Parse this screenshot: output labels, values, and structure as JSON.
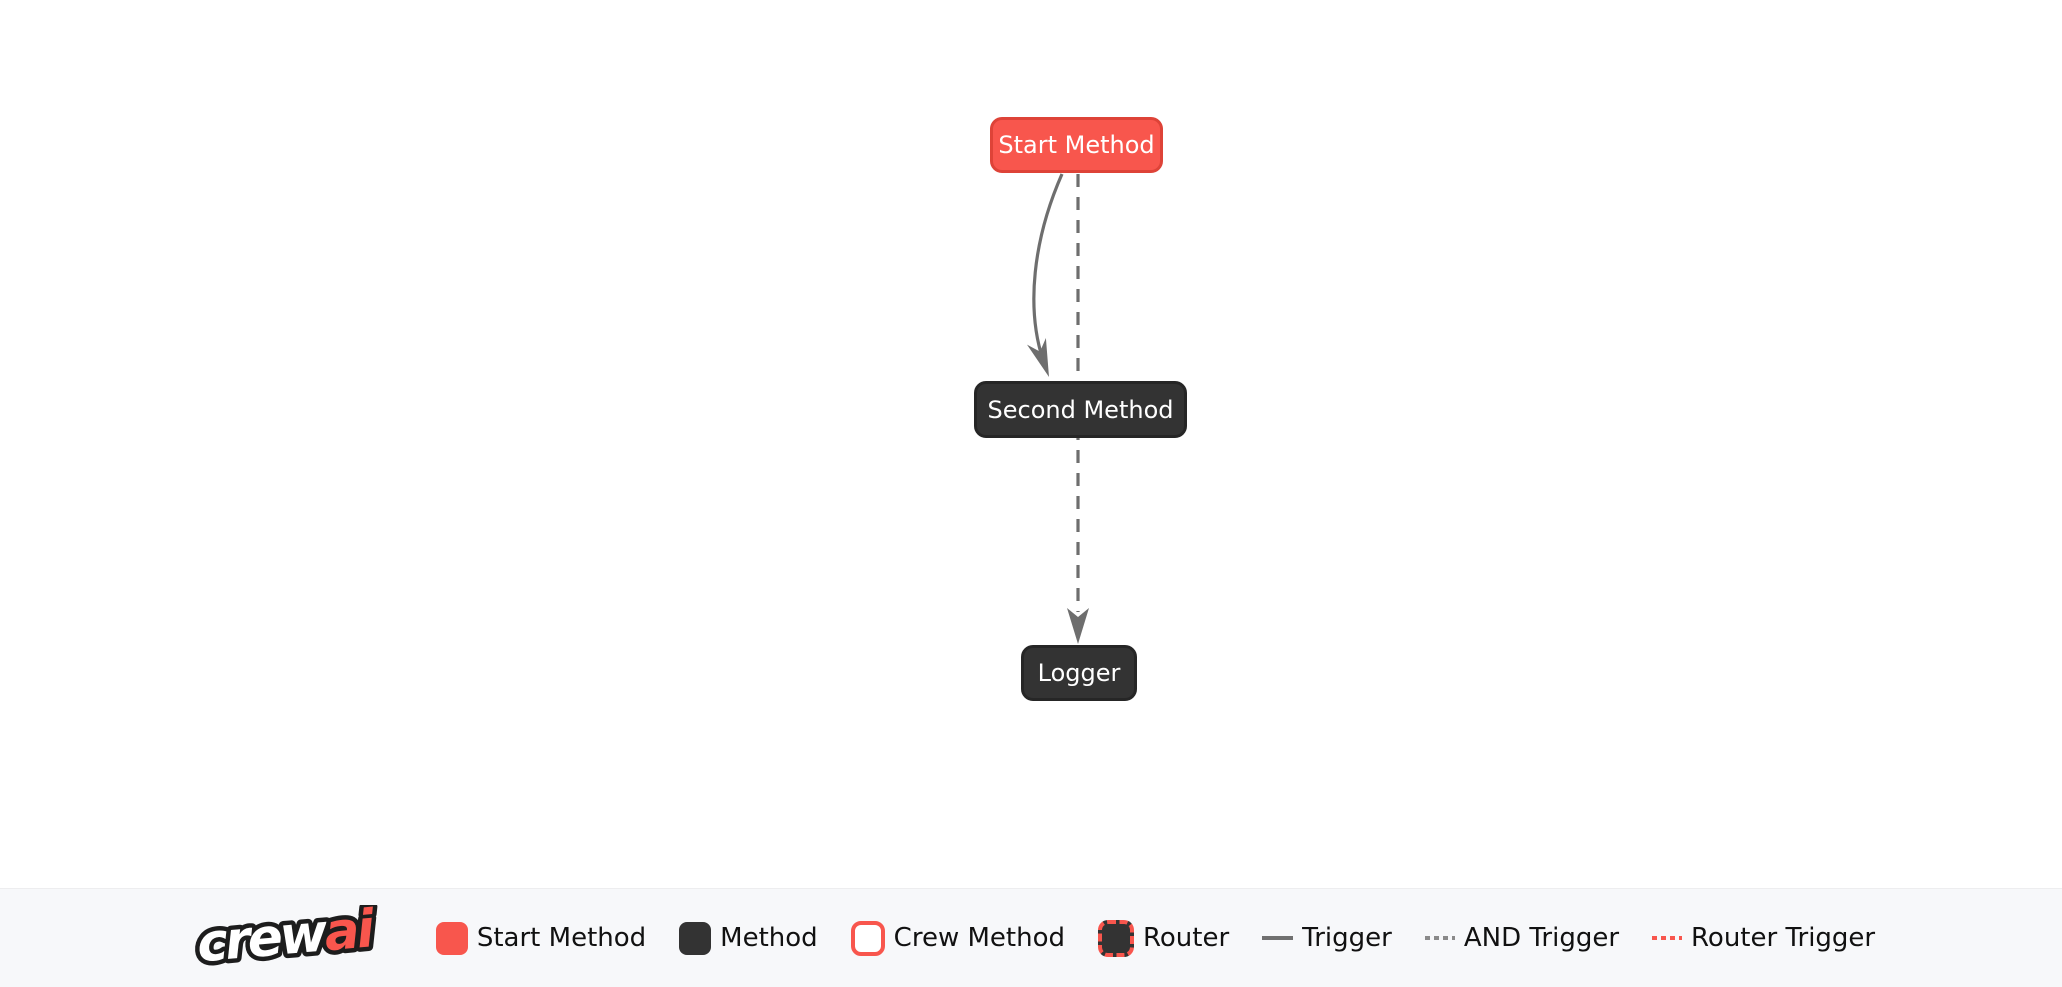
{
  "diagram": {
    "nodes": [
      {
        "id": "start_method",
        "label": "Start Method",
        "type": "start-method"
      },
      {
        "id": "second_method",
        "label": "Second Method",
        "type": "method"
      },
      {
        "id": "logger",
        "label": "Logger",
        "type": "method"
      }
    ],
    "edges": [
      {
        "from": "start_method",
        "to": "second_method",
        "type": "trigger",
        "style": "solid-curved"
      },
      {
        "from": "start_method",
        "to": "logger",
        "type": "and-trigger",
        "style": "dashed-straight-through-second-method"
      }
    ]
  },
  "footer": {
    "logo": {
      "part1": "crew",
      "part2": "ai"
    },
    "legend": [
      {
        "label": "Start Method",
        "swatch": "start-box-red"
      },
      {
        "label": "Method",
        "swatch": "dark-box"
      },
      {
        "label": "Crew Method",
        "swatch": "white-box-red-border"
      },
      {
        "label": "Router",
        "swatch": "dark-box-red-dashed-border"
      },
      {
        "label": "Trigger",
        "swatch": "solid-gray-line"
      },
      {
        "label": "AND Trigger",
        "swatch": "dashed-gray-line"
      },
      {
        "label": "Router Trigger",
        "swatch": "dashed-red-line"
      }
    ]
  },
  "colors": {
    "canvas_bg": "#ffffff",
    "start_node": "#f8564d",
    "start_node_border": "#de4338",
    "method_node": "#333333",
    "method_node_border": "#262626",
    "node_text": "#ffffff",
    "edge": "#6e6e6e",
    "router_accent": "#f8564d",
    "footer_bg": "#f7f8fa",
    "legend_text": "#111111"
  }
}
